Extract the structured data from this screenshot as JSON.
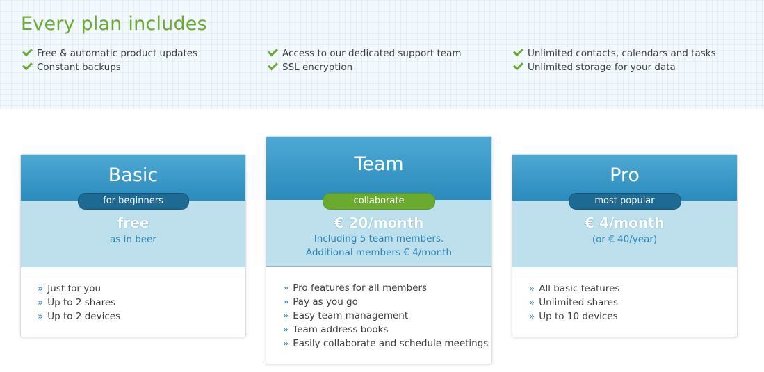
{
  "includes": {
    "title": "Every plan includes",
    "features": [
      "Free & automatic product updates",
      "Constant backups",
      "Access to our dedicated support team",
      "SSL encryption",
      "Unlimited contacts, calendars and tasks",
      "Unlimited storage for your data"
    ]
  },
  "plans": [
    {
      "name": "Basic",
      "badge": "for beginners",
      "price": "free",
      "notes": [
        "as in beer"
      ],
      "features": [
        "Just for you",
        "Up to 2 shares",
        "Up to 2 devices"
      ]
    },
    {
      "name": "Team",
      "badge": "collaborate",
      "price": "€ 20/month",
      "notes": [
        "Including 5 team members.",
        "Additional members € 4/month"
      ],
      "features": [
        "Pro features for all members",
        "Pay as you go",
        "Easy team management",
        "Team address books",
        "Easily collaborate and schedule meetings"
      ]
    },
    {
      "name": "Pro",
      "badge": "most popular",
      "price": "€ 4/month",
      "notes": [
        "(or € 40/year)"
      ],
      "features": [
        "All basic features",
        "Unlimited shares",
        "Up to 10 devices"
      ]
    }
  ],
  "colors": {
    "accent_green": "#6aaa2e",
    "header_blue": "#2a8bbd",
    "price_band": "#bde0ec"
  }
}
